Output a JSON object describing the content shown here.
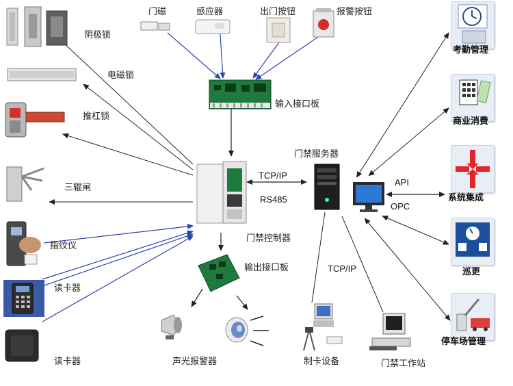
{
  "labels": {
    "yinjisuo": "阴极锁",
    "diancisuo": "电磁锁",
    "tuigangsuo": "推杠锁",
    "sangunzha": "三辊闸",
    "zhiwenyi": "指纹仪",
    "duka1": "读卡器",
    "duka2": "读卡器",
    "menci": "门磁",
    "ganyingqi": "感应器",
    "chumen": "出门按钮",
    "baojing": "报警按钮",
    "shuru": "输入接口板",
    "server": "门禁服务器",
    "controller": "门禁控制器",
    "shuchu": "输出接口板",
    "shengguang": "声光报警器",
    "zhika": "制卡设备",
    "workstation": "门禁工作站",
    "kaoqin": "考勤管理",
    "shangye": "商业消费",
    "xitong": "系统集成",
    "xungeng": "巡更",
    "tingche": "停车场管理"
  },
  "protocols": {
    "tcpip_top": "TCP/IP",
    "rs485": "RS485",
    "api": "API",
    "opc": "OPC",
    "tcpip_bottom": "TCP/IP"
  },
  "colors": {
    "arrow_black": "#222222",
    "arrow_blue": "#2c44b0",
    "tile_bg": "#e9eef6",
    "red_cross": "#e1262b",
    "pcb_green": "#1f7a3e"
  }
}
